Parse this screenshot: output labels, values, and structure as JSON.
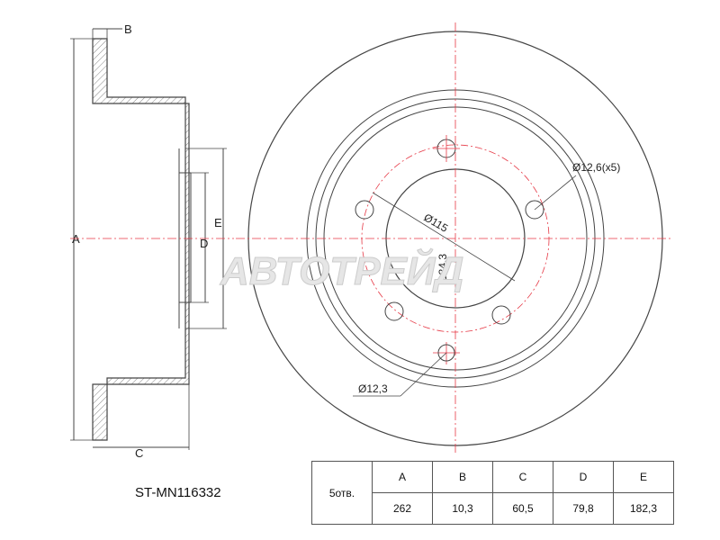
{
  "side_labels": {
    "A": "A",
    "B": "B",
    "C": "C",
    "D": "D",
    "E": "E"
  },
  "front_labels": {
    "pcd": "Ø115",
    "center_bore": "134,3",
    "bolt_holes": "Ø12,6(x5)",
    "small_hole": "Ø12,3"
  },
  "watermark": "АВТОТРЕЙД",
  "part_number": "ST-MN116332",
  "spec_table": {
    "row_label": "5отв.",
    "headers": [
      "A",
      "B",
      "C",
      "D",
      "E"
    ],
    "values": [
      "262",
      "10,3",
      "60,5",
      "79,8",
      "182,3"
    ]
  },
  "colors": {
    "line": "#444444",
    "centerline": "#e63946",
    "hatch": "#777777"
  }
}
